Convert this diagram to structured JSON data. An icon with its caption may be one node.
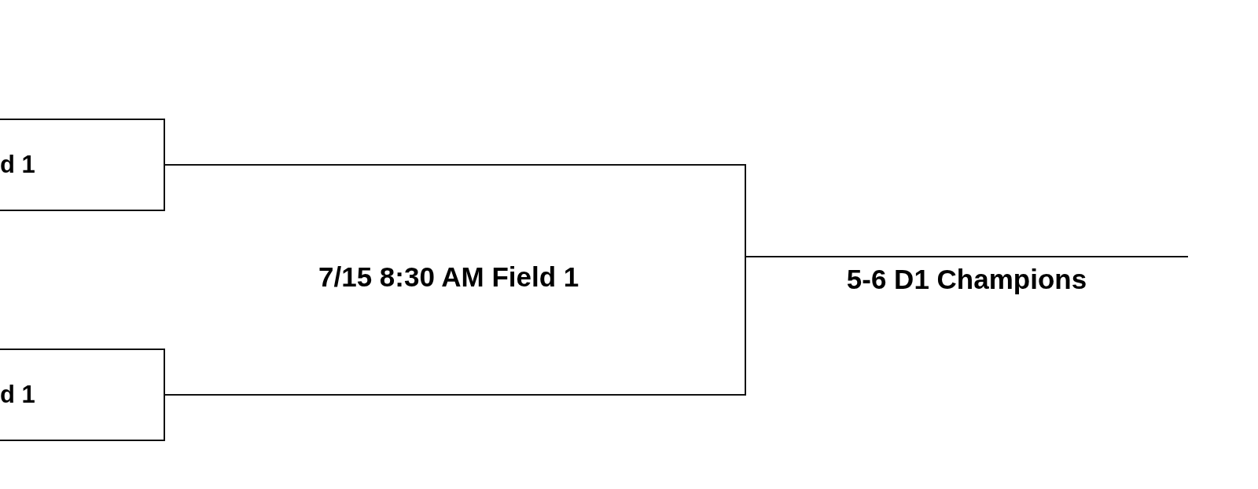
{
  "diagram": {
    "nodes": [
      {
        "text": [
          "d 1"
        ]
      },
      {
        "text": [
          "d 1"
        ]
      },
      {
        "text": [
          "5-6 D1 Champions"
        ]
      }
    ],
    "edges": [
      {
        "from": 0,
        "to": 2,
        "arrow": "none"
      },
      {
        "from": 1,
        "to": 2,
        "arrow": "none"
      }
    ],
    "labels": [
      "7/15 8:30 AM Field 1"
    ]
  }
}
